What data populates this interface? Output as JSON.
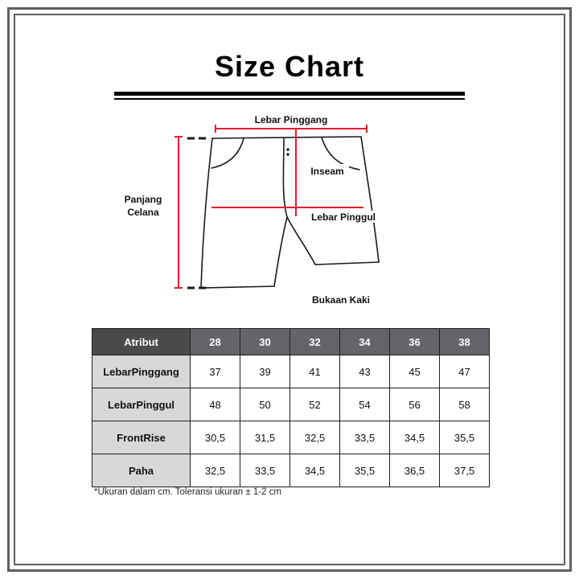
{
  "colors": {
    "accent_red": "#E8192C",
    "frame_gray": "#5E5F61",
    "header_dark_bg": "#4A4A4C",
    "header_gray_bg": "#636569",
    "row_label_bg": "#D8D8D8",
    "table_border": "#1F1F1F",
    "text_black": "#111111"
  },
  "page": {
    "title": "Size Chart",
    "footnote": "*Ukuran dalam cm. Toleransi ukuran ± 1-2 cm"
  },
  "diagram": {
    "labels": {
      "waist": "Lebar Pinggang",
      "length_line1": "Panjang",
      "length_line2": "Celana",
      "inseam": "Inseam",
      "hip": "Lebar Pinggul",
      "leg_opening": "Bukaan Kaki"
    }
  },
  "chart_data": {
    "type": "table",
    "title": "Size Chart",
    "columns": [
      "Atribut",
      "28",
      "30",
      "32",
      "34",
      "36",
      "38"
    ],
    "rows": [
      {
        "label": "LebarPinggang",
        "values": [
          "37",
          "39",
          "41",
          "43",
          "45",
          "47"
        ]
      },
      {
        "label": "LebarPinggul",
        "values": [
          "48",
          "50",
          "52",
          "54",
          "56",
          "58"
        ]
      },
      {
        "label": "FrontRise",
        "values": [
          "30,5",
          "31,5",
          "32,5",
          "33,5",
          "34,5",
          "35,5"
        ]
      },
      {
        "label": "Paha",
        "values": [
          "32,5",
          "33,5",
          "34,5",
          "35,5",
          "36,5",
          "37,5"
        ]
      }
    ],
    "units_note": "*Ukuran dalam cm. Toleransi ukuran ± 1-2 cm"
  }
}
